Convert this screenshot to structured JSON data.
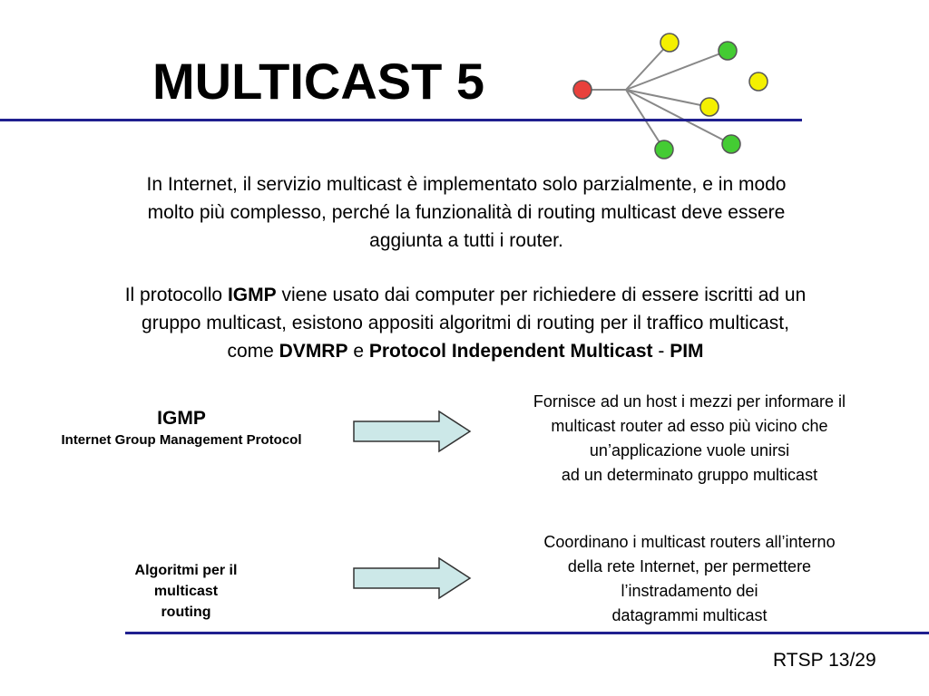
{
  "slide": {
    "title": "MULTICAST 5",
    "page_number": "RTSP 13/29"
  },
  "paragraph1": {
    "lines": [
      "In Internet, il servizio multicast è implementato solo parzialmente, e in modo",
      "molto più complesso, perché la funzionalità di routing multicast deve essere",
      "aggiunta a tutti i router."
    ]
  },
  "paragraph2": {
    "l1_pre": "Il protocollo ",
    "l1_bold": "IGMP",
    "l1_post": " viene usato dai computer per richiedere di essere iscritti ad un",
    "l2": "gruppo multicast,  esistono appositi algoritmi di routing per il traffico multicast,",
    "l3_pre": "come ",
    "l3_b1": "DVMRP",
    "l3_mid": " e ",
    "l3_b2": "Protocol Independent Multicast",
    "l3_sep": " - ",
    "l3_b3": "PIM"
  },
  "igmp": {
    "title": "IGMP",
    "subtitle": "Internet Group Management Protocol",
    "description": [
      "Fornisce ad un host i mezzi per informare il",
      "multicast router ad esso più vicino che",
      "un’applicazione vuole unirsi",
      "ad un determinato gruppo multicast"
    ]
  },
  "routing": {
    "label_lines": [
      "Algoritmi per il",
      "multicast",
      "routing"
    ],
    "description": [
      "Coordinano i multicast routers all’interno",
      "della rete Internet, per permettere",
      "l’instradamento dei",
      "datagrammi multicast"
    ]
  },
  "colors": {
    "rule": "#1f1f8f",
    "source_node": "#e8413c",
    "green_node": "#44cc33",
    "yellow_node": "#f4f000",
    "arrow_fill": "#cce8e8"
  }
}
